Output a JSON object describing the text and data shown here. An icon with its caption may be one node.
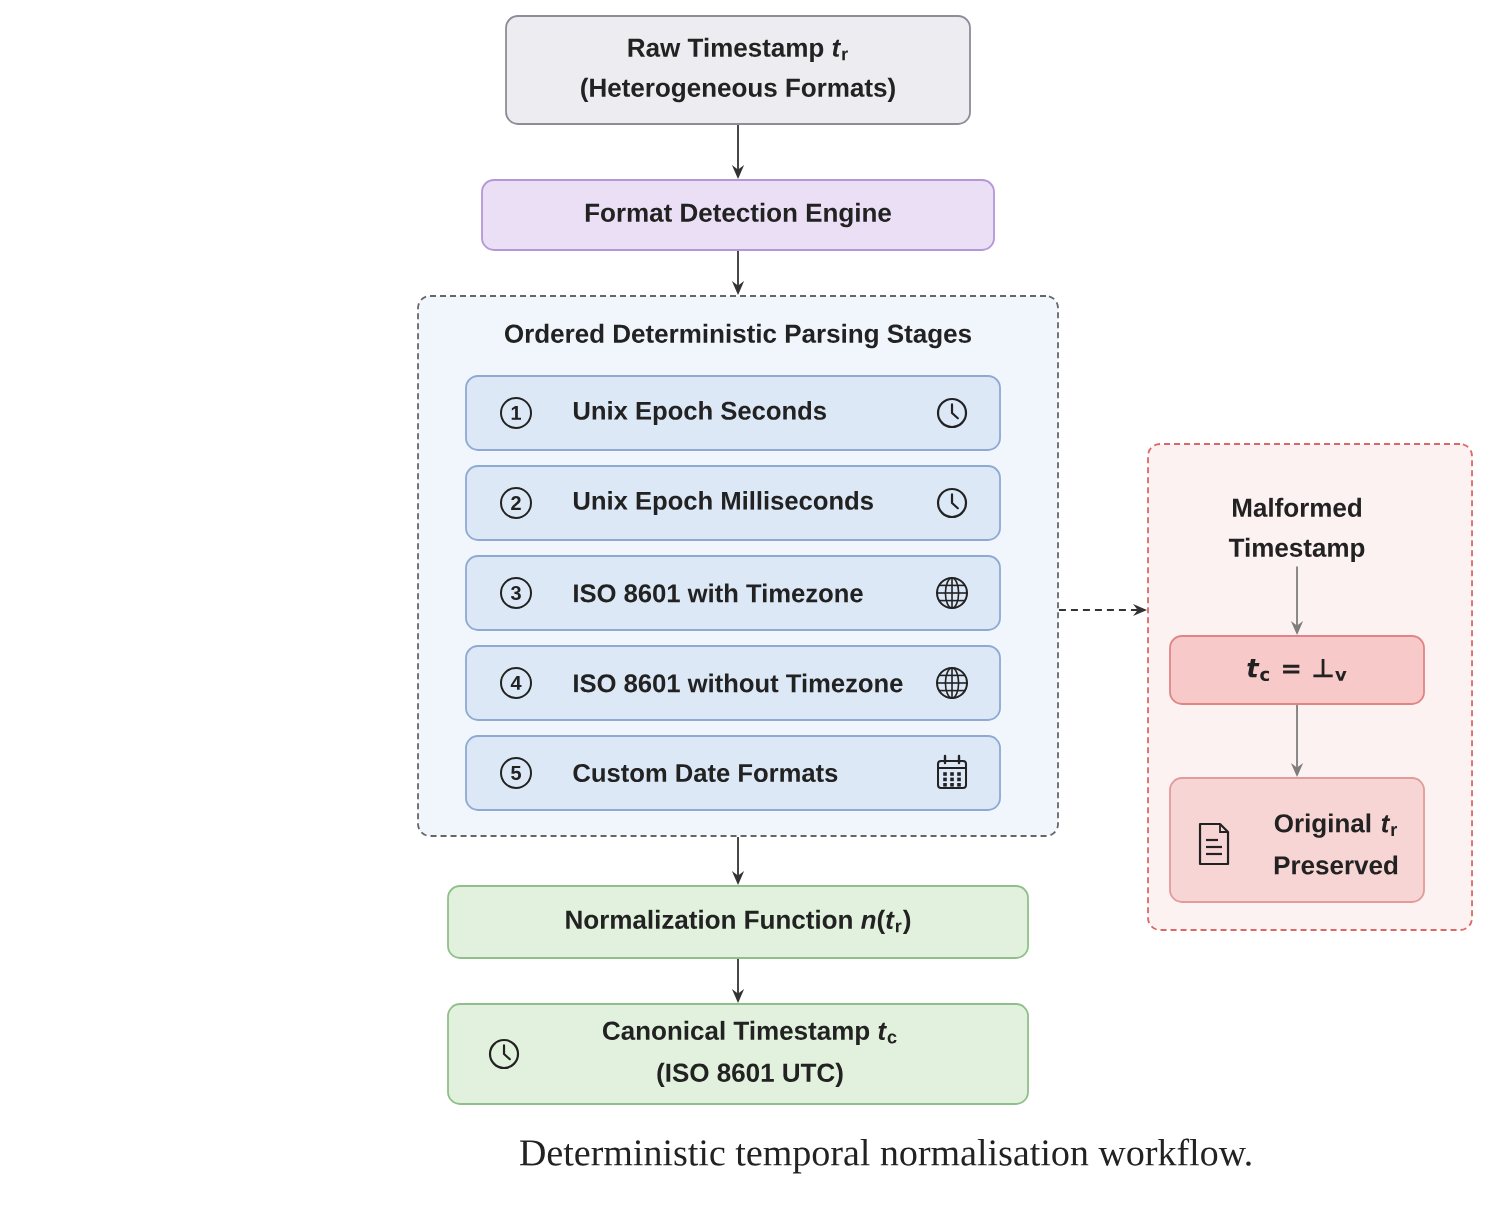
{
  "diagram": {
    "nodes": [
      {
        "text": [
          "Raw Timestamp *t*$_{r}$",
          "(Heterogeneous Formats)"
        ]
      },
      {
        "text": [
          "Format Detection Engine"
        ]
      },
      {
        "text": [
          "Ordered Deterministic Parsing Stages"
        ]
      },
      {
        "text": [
          "1",
          "Unix Epoch Seconds"
        ],
        "in": 2
      },
      {
        "text": [
          "2",
          "Unix Epoch Milliseconds"
        ],
        "in": 2
      },
      {
        "text": [
          "3",
          "ISO 8601 with Timezone"
        ],
        "in": 2
      },
      {
        "text": [
          "4",
          "ISO 8601 without Timezone"
        ],
        "in": 2
      },
      {
        "text": [
          "5",
          "Custom Date Formats"
        ],
        "in": 2
      },
      {
        "text": [
          "Normalization Function *n*(*t*$_{r}$)"
        ]
      },
      {
        "text": [
          "Canonical Timestamp *t*$_{c}$",
          "(ISO 8601 UTC)"
        ]
      },
      {
        "text": [],
        "shape": "box"
      },
      {
        "text": [
          "Malformed Timestamp"
        ],
        "in": 10
      },
      {
        "text": [
          "*t*$_{c}$ = ⊥$_{v}$"
        ],
        "in": 10
      },
      {
        "text": [
          "Original *t*$_{r}$ Preserved"
        ],
        "in": 10
      }
    ],
    "edges": [
      {
        "from": 0,
        "to": 1,
        "arrow": "to"
      },
      {
        "from": 1,
        "to": 2,
        "arrow": "to"
      },
      {
        "from": 2,
        "to": 8,
        "arrow": "to"
      },
      {
        "from": 8,
        "to": 9,
        "arrow": "to"
      },
      {
        "from": 2,
        "to": 10,
        "arrow": "to",
        "style": "dashed"
      },
      {
        "from": 11,
        "to": 12,
        "arrow": "to",
        "color": "#7d7d7d"
      },
      {
        "from": 12,
        "to": 13,
        "arrow": "to",
        "color": "#7d7d7d"
      }
    ],
    "caption": "Deterministic temporal normalisation workflow."
  }
}
